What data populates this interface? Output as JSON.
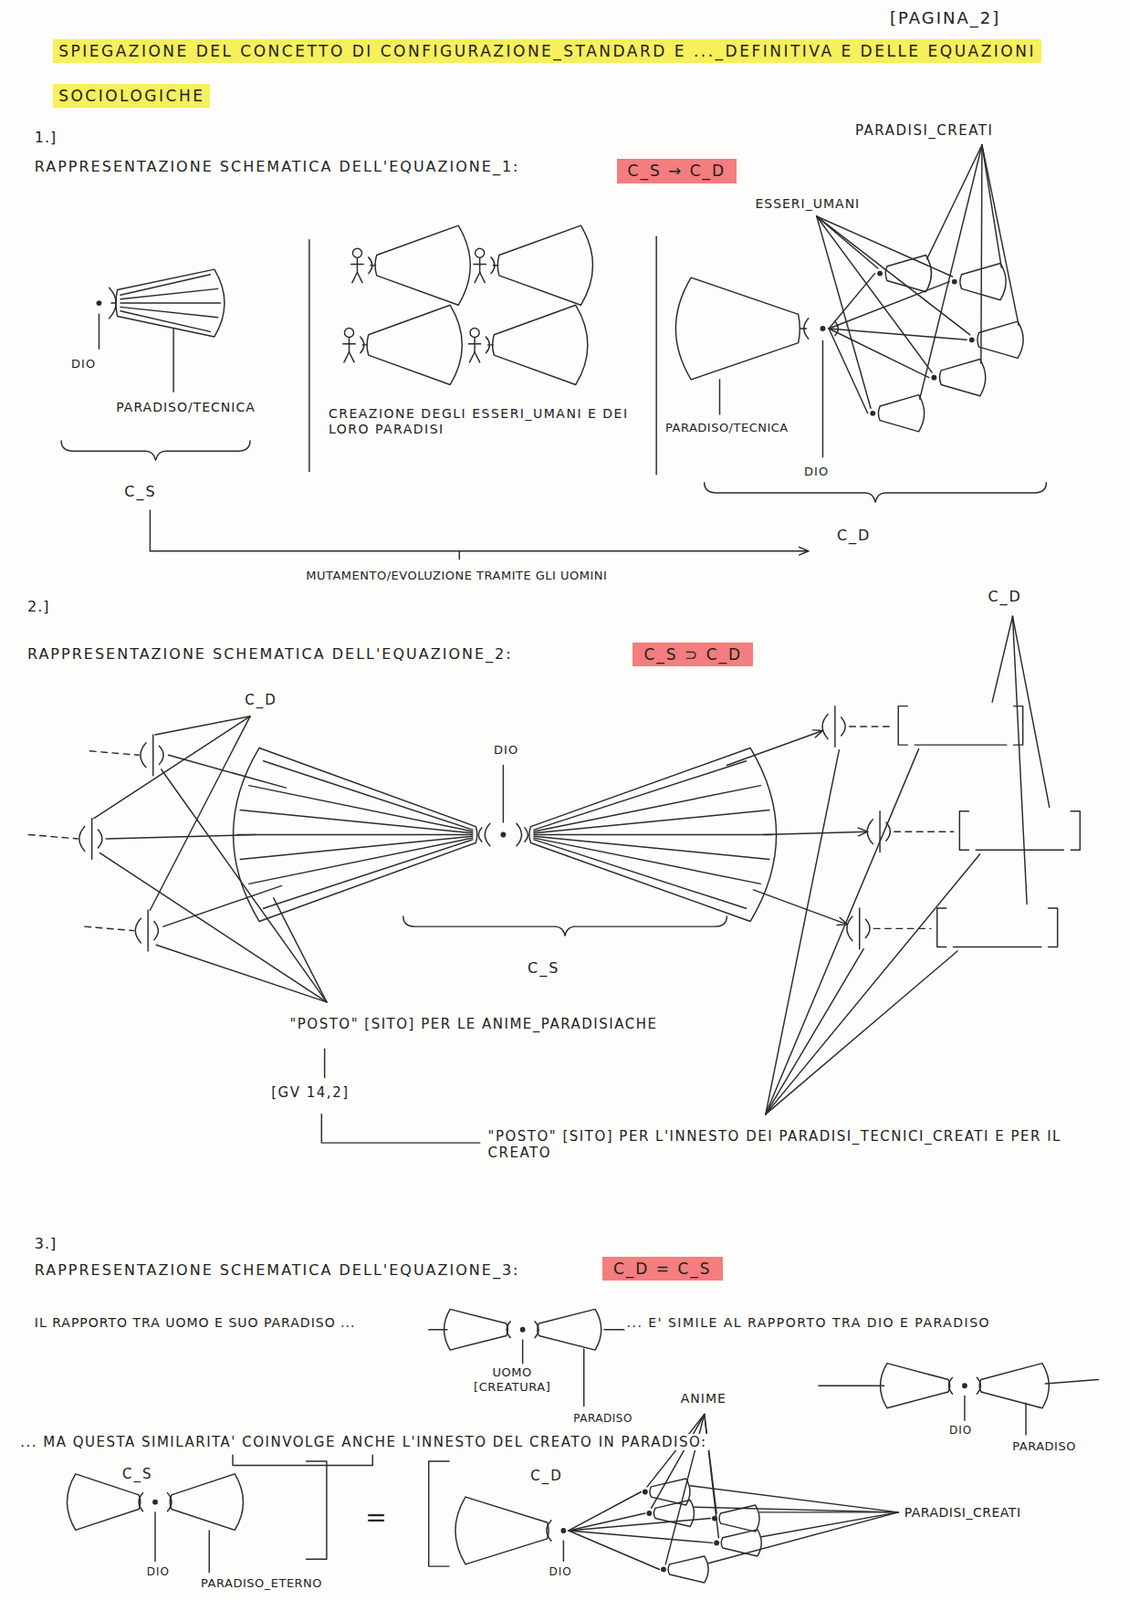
{
  "diagram": {
    "title": "SPIEGAZIONE DEL CONCETTO DI CONFIGURAZIONE_STANDARD E ..._DEFINITIVA E DELLE EQUAZIONI SOCIOLOGICHE",
    "nodes": [
      {
        "text": [
          "C_S → C_D"
        ]
      },
      {
        "text": [
          "C_S ⊃ C_D"
        ]
      },
      {
        "text": [
          "C_D = C_S"
        ]
      }
    ],
    "labels": [
      "[PAGINA_2]",
      "1.]",
      "RAPPRESENTAZIONE SCHEMATICA DELL'EQUAZIONE_1:",
      "PARADISI_CREATI",
      "ESSERI_UMANI",
      "DIO",
      "PARADISO/TECNICA",
      "CREAZIONE DEGLI ESSERI_UMANI E DEI LORO PARADISI",
      "PARADISO/TECNICA",
      "DIO",
      "C_S",
      "C_D",
      "MUTAMENTO/EVOLUZIONE TRAMITE GLI UOMINI",
      "2.]",
      "C_D",
      "RAPPRESENTAZIONE SCHEMATICA DELL'EQUAZIONE_2:",
      "C_D",
      "DIO",
      "C_S",
      "\"POSTO\" [SITO] PER LE ANIME_PARADISIACHE",
      "[GV 14,2]",
      "\"POSTO\" [SITO] PER L'INNESTO DEI PARADISI_TECNICI_CREATI E PER IL CREATO",
      "3.]",
      "RAPPRESENTAZIONE SCHEMATICA DELL'EQUAZIONE_3:",
      "IL RAPPORTO TRA UOMO E SUO PARADISO ...",
      "UOMO [CREATURA]",
      "... E' SIMILE AL RAPPORTO TRA DIO E PARADISO",
      "PARADISO",
      "ANIME",
      "DIO",
      "PARADISO",
      "... MA QUESTA SIMILARITA' COINVOLGE ANCHE L'INNESTO DEL CREATO IN PARADISO:",
      "C_S",
      "C_D",
      "=",
      "PARADISI_CREATI",
      "DIO",
      "PARADISO_ETERNO",
      "DIO"
    ]
  }
}
